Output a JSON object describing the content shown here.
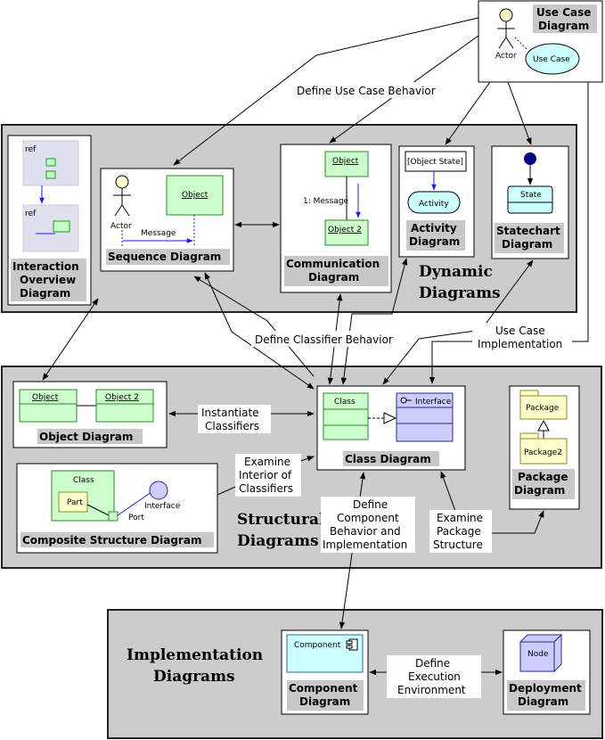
{
  "groups": {
    "dynamic": [
      "Dynamic",
      "Diagrams"
    ],
    "structural": [
      "Structural",
      "Diagrams"
    ],
    "implementation": [
      "Implementation",
      "Diagrams"
    ]
  },
  "diagrams": {
    "use_case": {
      "label": [
        "Use Case",
        "Diagram"
      ],
      "actor": "Actor",
      "usecase": "Use Case"
    },
    "interaction_overview": {
      "label": [
        "Interaction",
        "Overview",
        "Diagram"
      ],
      "ref1": "ref",
      "ref2": "ref"
    },
    "sequence": {
      "label": [
        "Sequence Diagram"
      ],
      "actor": "Actor",
      "object": "Object",
      "message": "Message"
    },
    "communication": {
      "label": [
        "Communication",
        "Diagram"
      ],
      "object1": "Object",
      "object2": "Object 2",
      "message": "1: Message"
    },
    "activity": {
      "label": [
        "Activity",
        "Diagram"
      ],
      "object_state": "[Object State]",
      "activity": "Activity"
    },
    "statechart": {
      "label": [
        "Statechart",
        "Diagram"
      ],
      "state": "State"
    },
    "object": {
      "label": [
        "Object Diagram"
      ],
      "object1": "Object",
      "object2": "Object 2"
    },
    "class": {
      "label": [
        "Class Diagram"
      ],
      "class": "Class",
      "interface": "Interface"
    },
    "package": {
      "label": [
        "Package",
        "Diagram"
      ],
      "package1": "Package",
      "package2": "Package2"
    },
    "composite": {
      "label": [
        "Composite Structure Diagram"
      ],
      "class": "Class",
      "part": "Part",
      "port": "Port",
      "interface": "Interface"
    },
    "component": {
      "label": [
        "Component",
        "Diagram"
      ],
      "component": "Component"
    },
    "deployment": {
      "label": [
        "Deployment",
        "Diagram"
      ],
      "node": "Node"
    }
  },
  "relations": {
    "define_use_case_behavior": [
      "Define Use Case Behavior"
    ],
    "define_classifier_behavior": [
      "Define Classifier Behavior"
    ],
    "use_case_implementation": [
      "Use Case",
      "Implementation"
    ],
    "instantiate_classifiers": [
      "Instantiate",
      "Classifiers"
    ],
    "examine_interior": [
      "Examine",
      "Interior of",
      "Classifiers"
    ],
    "define_component": [
      "Define",
      "Component",
      "Behavior and",
      "Implementation"
    ],
    "examine_package": [
      "Examine",
      "Package",
      "Structure"
    ],
    "define_execution": [
      "Define",
      "Execution",
      "Environment"
    ]
  }
}
